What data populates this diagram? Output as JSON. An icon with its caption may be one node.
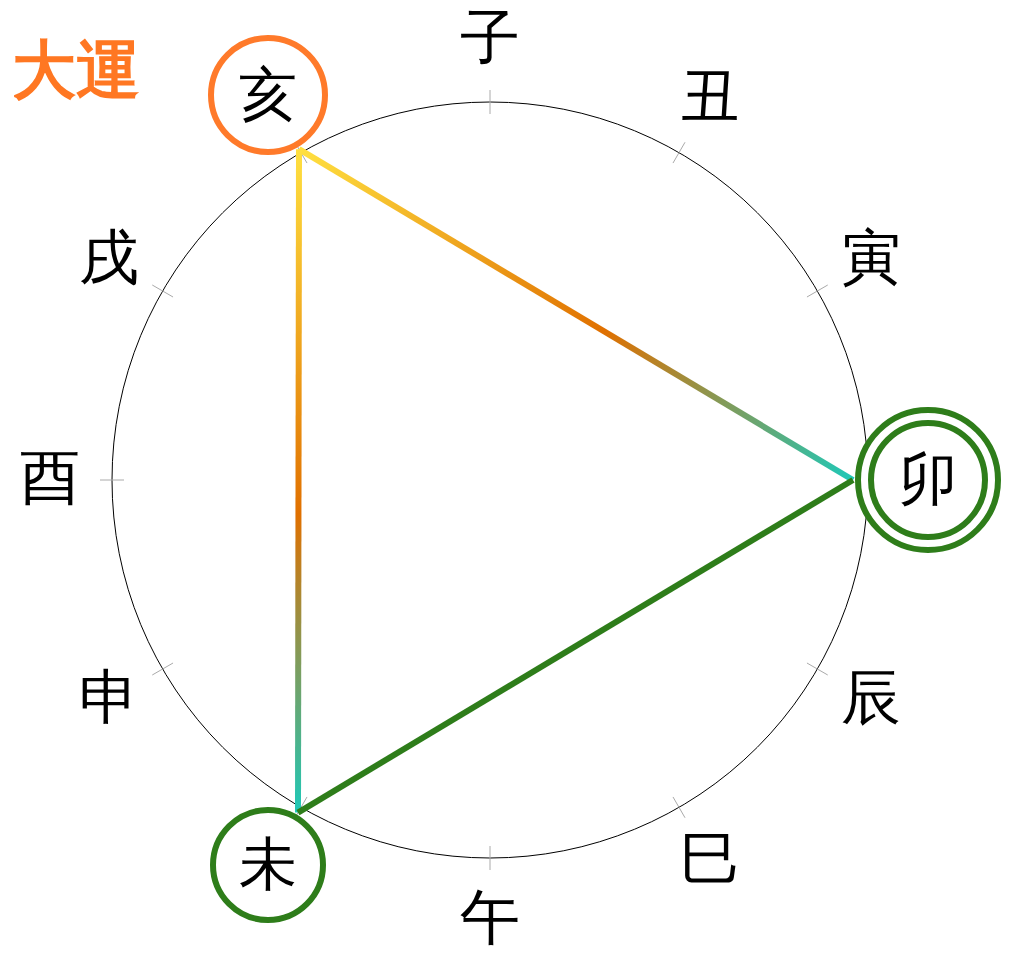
{
  "diagram": {
    "title": "大運",
    "nodes": [
      {
        "text": [
          "亥"
        ]
      },
      {
        "text": [
          "卯"
        ]
      },
      {
        "text": [
          "未"
        ]
      }
    ],
    "edges": [
      {
        "from": 0,
        "to": 1,
        "arrow": "none"
      },
      {
        "from": 0,
        "to": 2,
        "arrow": "none"
      },
      {
        "from": 1,
        "to": 2,
        "arrow": "none",
        "color": "#2e7d1a"
      }
    ],
    "labels": [
      "子",
      "丑",
      "寅",
      "辰",
      "巳",
      "午",
      "申",
      "酉",
      "戌"
    ]
  }
}
